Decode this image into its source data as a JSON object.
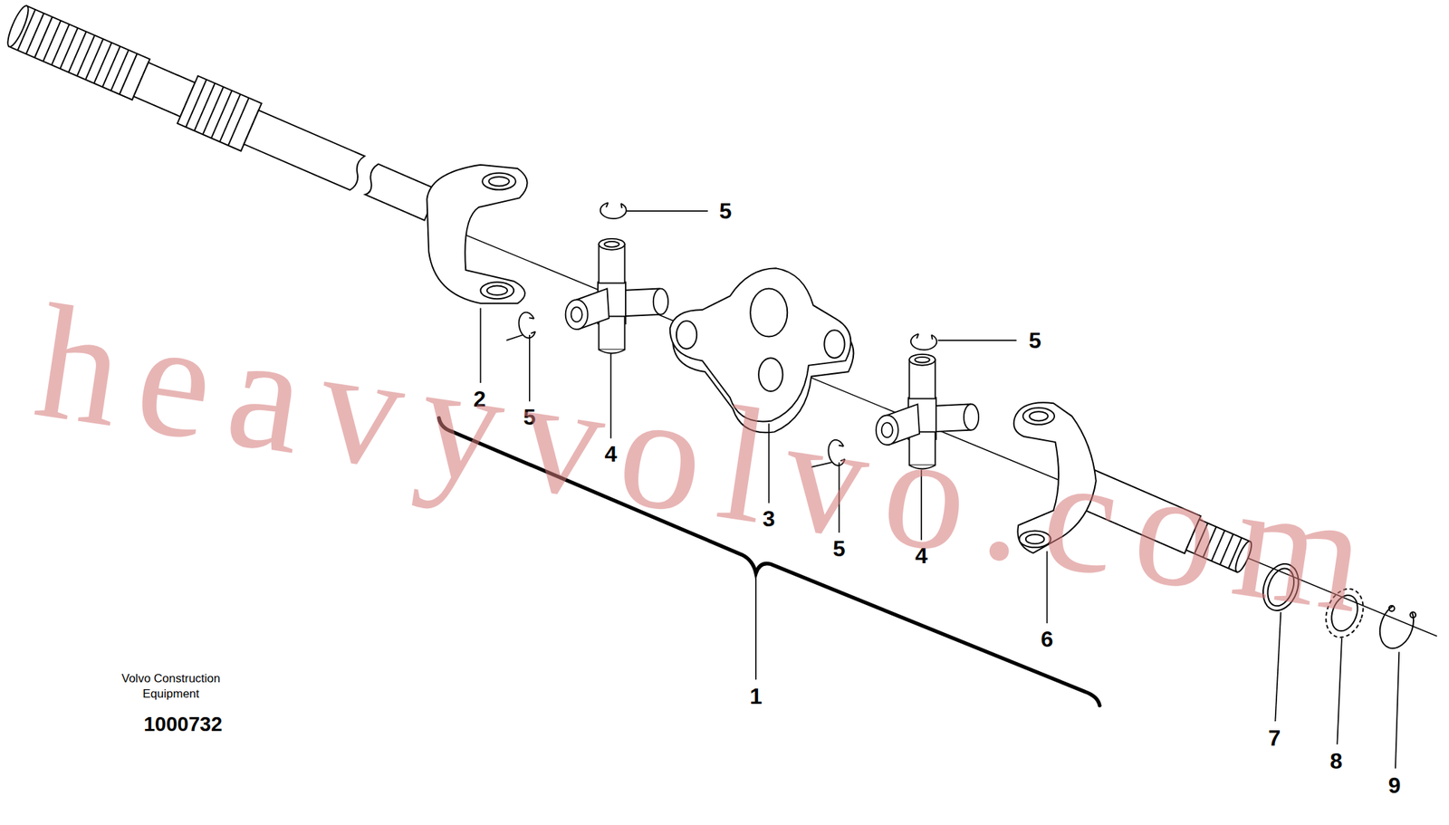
{
  "diagram": {
    "labels": [
      "5",
      "5",
      "2",
      "5",
      "4",
      "3",
      "5",
      "4",
      "6",
      "1",
      "7",
      "8",
      "9",
      "Volvo Construction Equipment",
      "1000732",
      "heavyvolvo.com"
    ]
  }
}
